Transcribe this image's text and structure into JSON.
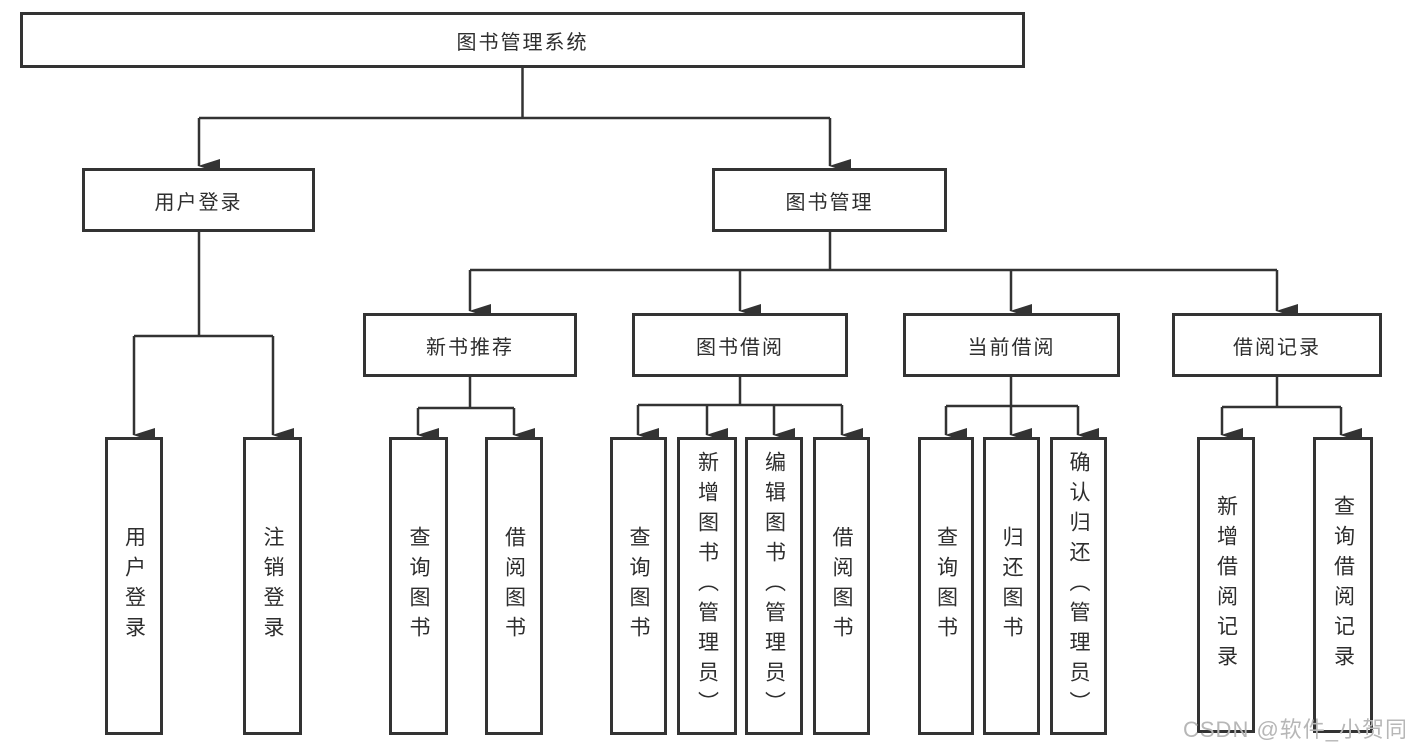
{
  "diagram": {
    "root": {
      "label": "图书管理系统"
    },
    "level2": [
      {
        "label": "用户登录"
      },
      {
        "label": "图书管理"
      }
    ],
    "level3": [
      {
        "label": "新书推荐"
      },
      {
        "label": "图书借阅"
      },
      {
        "label": "当前借阅"
      },
      {
        "label": "借阅记录"
      }
    ],
    "leaves": [
      {
        "label": "用户登录",
        "parent": "用户登录"
      },
      {
        "label": "注销登录",
        "parent": "用户登录"
      },
      {
        "label": "查询图书",
        "parent": "新书推荐"
      },
      {
        "label": "借阅图书",
        "parent": "新书推荐"
      },
      {
        "label": "查询图书",
        "parent": "图书借阅"
      },
      {
        "label": "新增图书（管理员）",
        "parent": "图书借阅"
      },
      {
        "label": "编辑图书（管理员）",
        "parent": "图书借阅"
      },
      {
        "label": "借阅图书",
        "parent": "图书借阅"
      },
      {
        "label": "查询图书",
        "parent": "当前借阅"
      },
      {
        "label": "归还图书",
        "parent": "当前借阅"
      },
      {
        "label": "确认归还（管理员）",
        "parent": "当前借阅"
      },
      {
        "label": "新增借阅记录",
        "parent": "借阅记录"
      },
      {
        "label": "查询借阅记录",
        "parent": "借阅记录"
      }
    ]
  },
  "watermark": {
    "text": "CSDN @软件_小贺同学",
    "color": "#b7b7b7"
  },
  "colors": {
    "line": "#333333",
    "border": "#333333",
    "text": "#2e2e2e",
    "background": "#ffffff"
  }
}
